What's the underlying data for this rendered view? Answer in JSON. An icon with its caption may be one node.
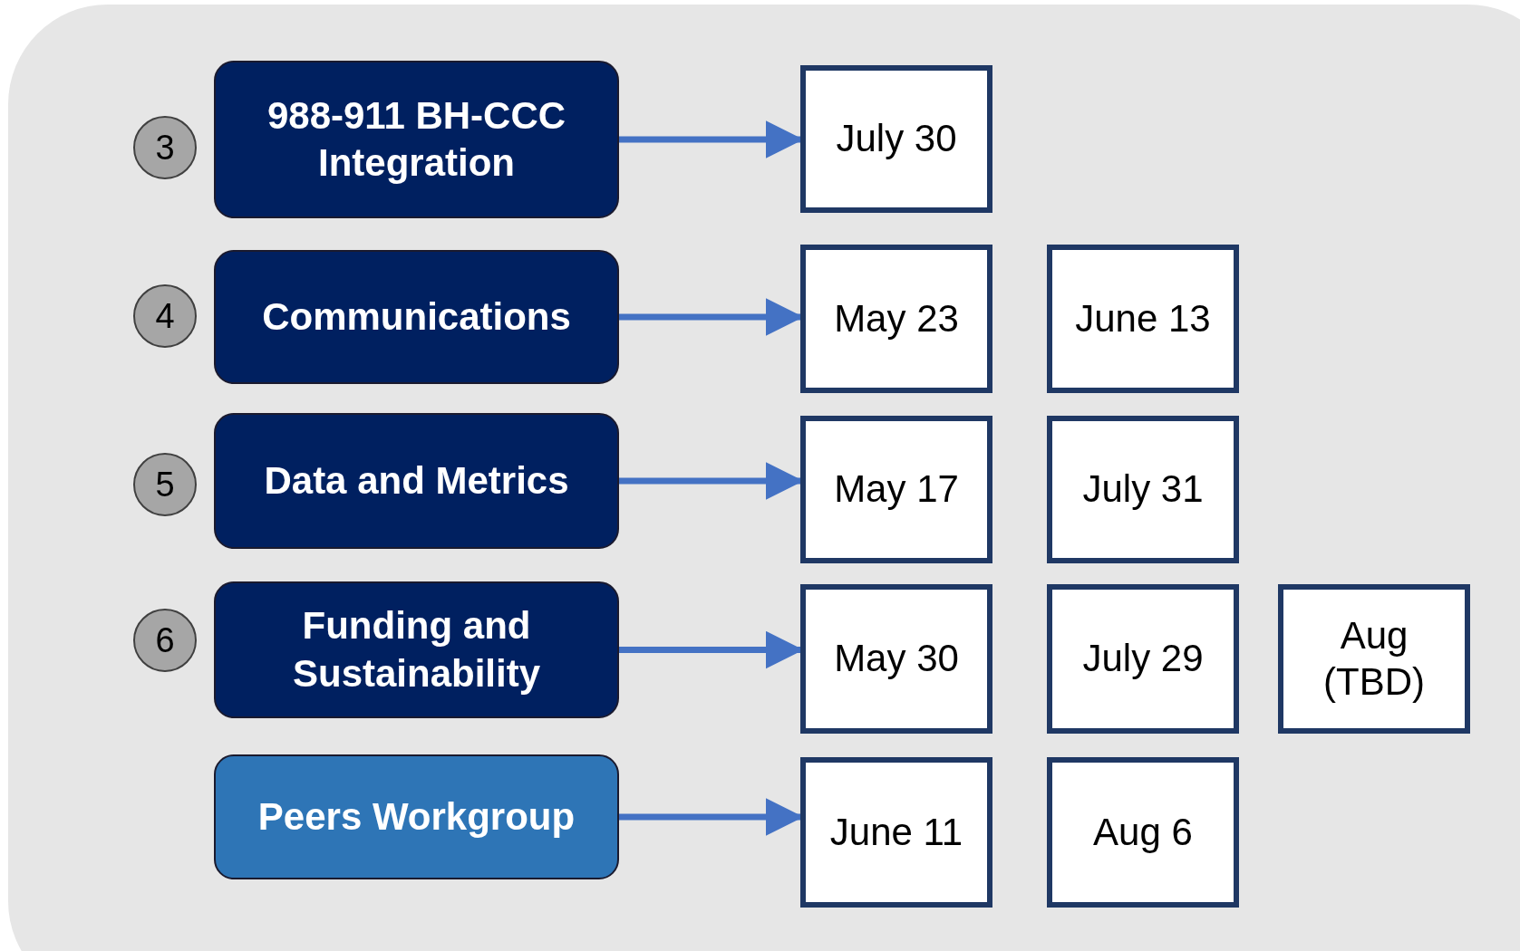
{
  "diagram": {
    "nodes": [
      {
        "text": [
          "3"
        ]
      },
      {
        "text": [
          "988-911 BH-CCC Integration"
        ]
      },
      {
        "text": [
          "July 30"
        ]
      },
      {
        "text": [
          "4"
        ]
      },
      {
        "text": [
          "Communications"
        ]
      },
      {
        "text": [
          "May 23"
        ]
      },
      {
        "text": [
          "June 13"
        ]
      },
      {
        "text": [
          "5"
        ]
      },
      {
        "text": [
          "Data and Metrics"
        ]
      },
      {
        "text": [
          "May 17"
        ]
      },
      {
        "text": [
          "July 31"
        ]
      },
      {
        "text": [
          "6"
        ]
      },
      {
        "text": [
          "Funding and Sustainability"
        ]
      },
      {
        "text": [
          "May 30"
        ]
      },
      {
        "text": [
          "July 29"
        ]
      },
      {
        "text": [
          "Aug (TBD)"
        ]
      },
      {
        "text": [
          "Peers Workgroup"
        ]
      },
      {
        "text": [
          "June 11"
        ]
      },
      {
        "text": [
          "Aug 6"
        ]
      }
    ],
    "edges": [
      {
        "from": 1,
        "to": 2,
        "arrow": "to"
      },
      {
        "from": 4,
        "to": 5,
        "arrow": "to"
      },
      {
        "from": 8,
        "to": 9,
        "arrow": "to"
      },
      {
        "from": 12,
        "to": 13,
        "arrow": "to"
      },
      {
        "from": 16,
        "to": 17,
        "arrow": "to"
      }
    ]
  }
}
